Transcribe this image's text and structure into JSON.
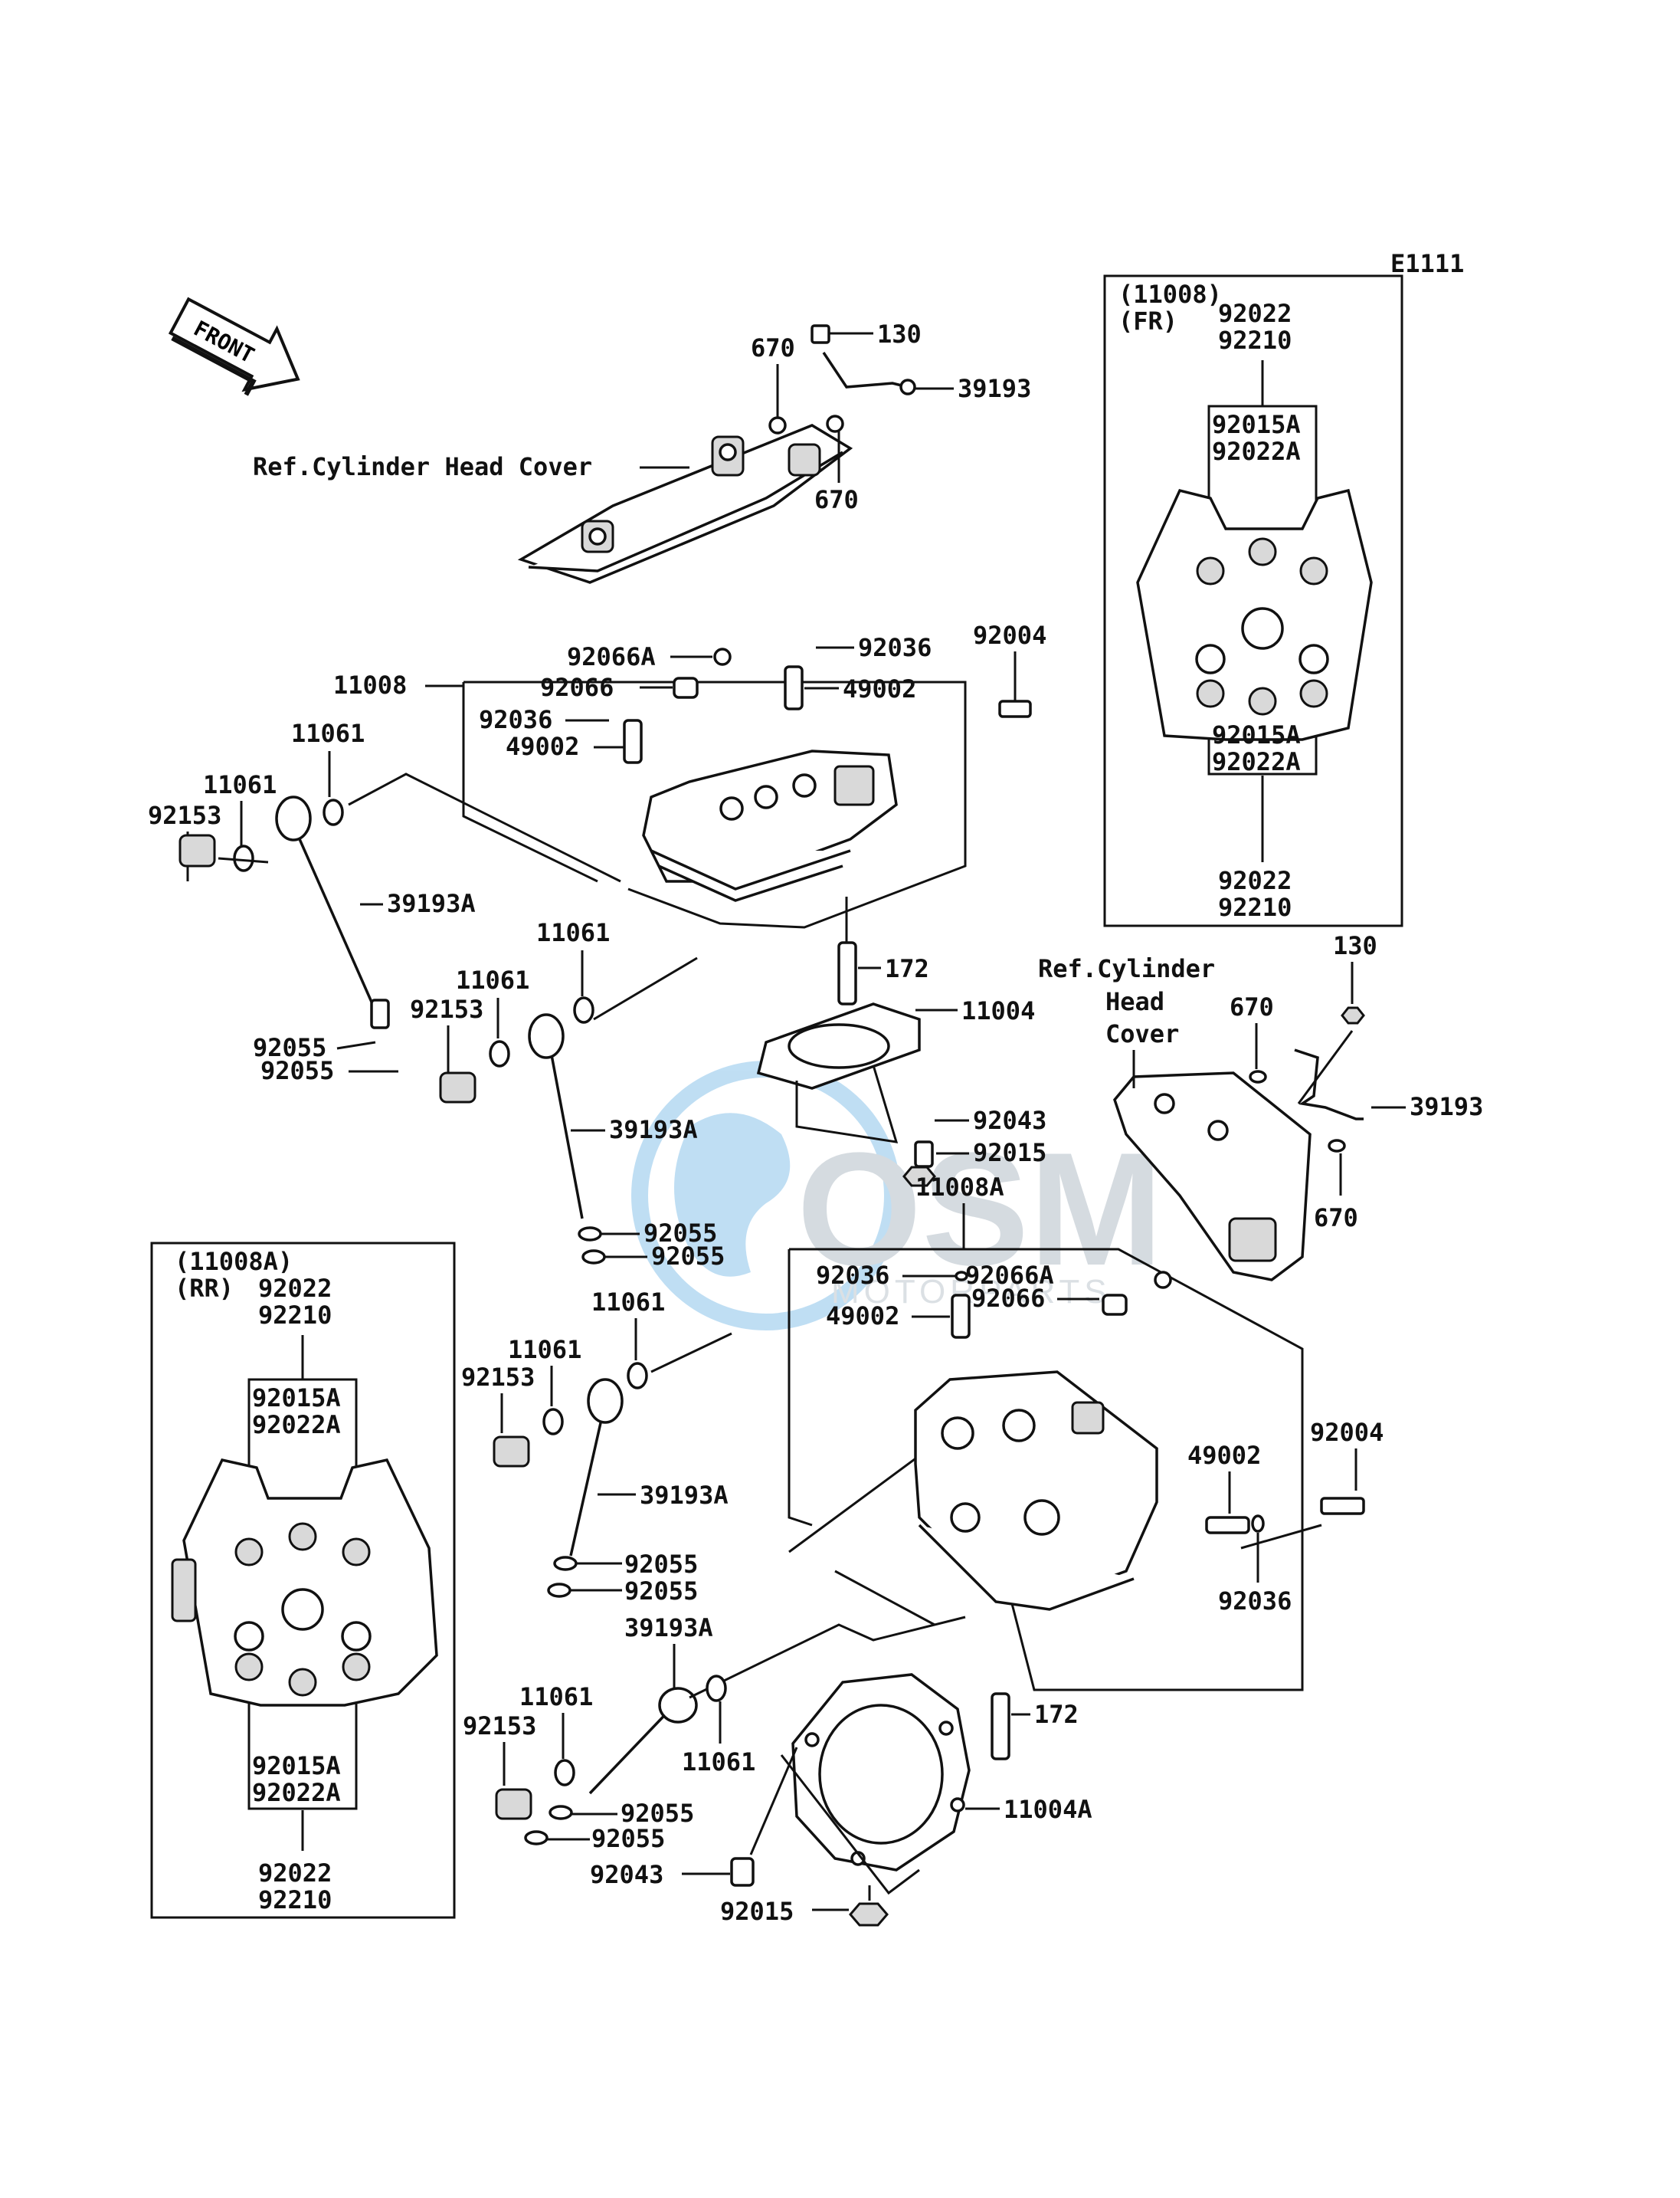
{
  "diagram_code": "E1111",
  "front_arrow": "FRONT",
  "watermark": {
    "brand": "OSM",
    "sub": "MOTORPARTS"
  },
  "refs": {
    "head_cover_top": "Ref.Cylinder Head Cover",
    "head_cover_right": [
      "Ref.Cylinder",
      "Head",
      "Cover"
    ]
  },
  "inset_fr": {
    "title": "(11008)",
    "pos": "(FR)",
    "top_a": "92022",
    "top_b": "92210",
    "mid_top_a": "92015A",
    "mid_top_b": "92022A",
    "mid_bot_a": "92015A",
    "mid_bot_b": "92022A",
    "bot_a": "92022",
    "bot_b": "92210"
  },
  "inset_rr": {
    "title": "(11008A)",
    "pos": "(RR)",
    "top_a": "92022",
    "top_b": "92210",
    "mid_top_a": "92015A",
    "mid_top_b": "92022A",
    "mid_bot_a": "92015A",
    "mid_bot_b": "92022A",
    "bot_a": "92022",
    "bot_b": "92210"
  },
  "callouts": {
    "c130a": "130",
    "c670a": "670",
    "c39193a": "39193",
    "c670b": "670",
    "c92066A": "92066A",
    "c92036a": "92036",
    "c92004a": "92004",
    "c11008": "11008",
    "c92066": "92066",
    "c49002a": "49002",
    "c92036b": "92036",
    "c49002b": "49002",
    "c11061a": "11061",
    "c11061b": "11061",
    "c92153a": "92153",
    "c39193Aa": "39193A",
    "c11061c": "11061",
    "c11061d": "11061",
    "c92153b": "92153",
    "c92055a": "92055",
    "c92055b": "92055",
    "c172a": "172",
    "c11004": "11004",
    "c39193Ab": "39193A",
    "c92043a": "92043",
    "c92015a": "92015",
    "c11008A": "11008A",
    "c92055c": "92055",
    "c92055d": "92055",
    "c130b": "130",
    "c670c": "670",
    "c39193b": "39193",
    "c670d": "670",
    "c92036c": "92036",
    "c92066Ab": "92066A",
    "c49002c": "49002",
    "c92066b": "92066",
    "c11061e": "11061",
    "c11061f": "11061",
    "c92153c": "92153",
    "c39193Ac": "39193A",
    "c92055e": "92055",
    "c92055f": "92055",
    "c49002d": "49002",
    "c92004b": "92004",
    "c92036d": "92036",
    "c39193Ad": "39193A",
    "c11061g": "11061",
    "c11061h": "11061",
    "c92153d": "92153",
    "c172b": "172",
    "c92055g": "92055",
    "c92055h": "92055",
    "c11004A": "11004A",
    "c92043b": "92043",
    "c92015b": "92015"
  }
}
